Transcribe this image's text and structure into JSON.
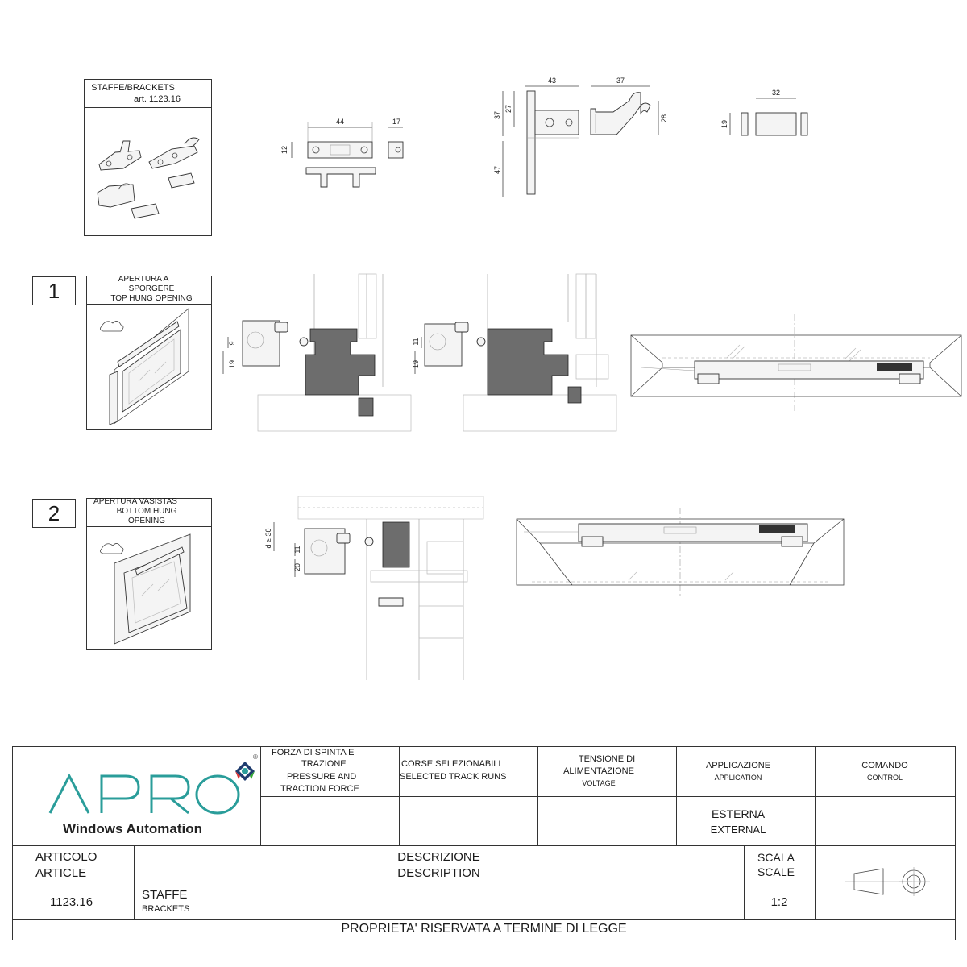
{
  "brackets_box": {
    "title_line1": "STAFFE/BRACKETS",
    "title_line2": "art. 1123.16"
  },
  "dims": {
    "d44": "44",
    "d12": "12",
    "d17": "17",
    "d43": "43",
    "d37a": "37",
    "d27": "27",
    "d47": "47",
    "d37b": "37",
    "d28": "28",
    "d32": "32",
    "d19a": "19",
    "s1_9": "9",
    "s1_19": "19",
    "s1b_11": "11",
    "s1b_19": "19",
    "s2_d30": "d ≥ 30",
    "s2_11": "11",
    "s2_20": "20"
  },
  "section1": {
    "number": "1",
    "title_line1": "APERTURA A",
    "title_line2": "SPORGERE",
    "title_line3": "TOP HUNG OPENING"
  },
  "section2": {
    "number": "2",
    "title_line1": "APERTURA VASISTAS",
    "title_line2": "BOTTOM HUNG",
    "title_line3": "OPENING"
  },
  "title_block": {
    "brand": "APRO",
    "brand_sub": "Windows Automation",
    "registered": "®",
    "force_it_1": "FORZA DI SPINTA E",
    "force_it_2": "TRAZIONE",
    "force_en_1": "PRESSURE AND",
    "force_en_2": "TRACTION FORCE",
    "runs_it": "CORSE SELEZIONABILI",
    "runs_en": "SELECTED TRACK RUNS",
    "voltage_it_1": "TENSIONE DI",
    "voltage_it_2": "ALIMENTAZIONE",
    "voltage_en": "VOLTAGE",
    "application_it": "APPLICAZIONE",
    "application_en": "APPLICATION",
    "application_val_it": "ESTERNA",
    "application_val_en": "EXTERNAL",
    "control_it": "COMANDO",
    "control_en": "CONTROL",
    "article_it": "ARTICOLO",
    "article_en": "ARTICLE",
    "article_code": "1123.16",
    "description_it": "DESCRIZIONE",
    "description_en": "DESCRIPTION",
    "description_val_it": "STAFFE",
    "description_val_en": "BRACKETS",
    "scale_it": "SCALA",
    "scale_en": "SCALE",
    "scale_val": "1:2",
    "footer": "PROPRIETA' RISERVATA A TERMINE DI LEGGE"
  },
  "colors": {
    "brand_teal": "#2a9d9a",
    "profile_grey": "#6d6d6d"
  }
}
